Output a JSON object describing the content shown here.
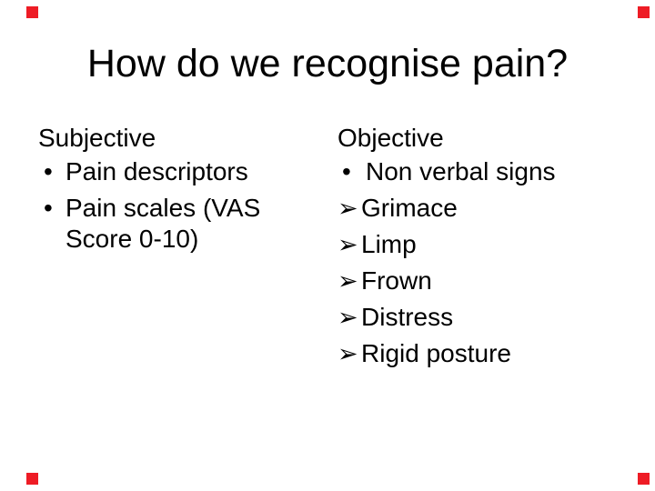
{
  "slide": {
    "title": "How do we recognise pain?",
    "glyphs": {
      "dot": "•",
      "arrow": "➢"
    },
    "columns": [
      {
        "header": "Subjective",
        "items": [
          {
            "glyph": "dot",
            "text": "Pain descriptors"
          },
          {
            "glyph": "dot",
            "text": "Pain scales (VAS Score 0-10)"
          }
        ]
      },
      {
        "header": "Objective",
        "items": [
          {
            "glyph": "dot",
            "text": "Non verbal signs"
          },
          {
            "glyph": "arrow",
            "text": "Grimace"
          },
          {
            "glyph": "arrow",
            "text": "Limp"
          },
          {
            "glyph": "arrow",
            "text": "Frown"
          },
          {
            "glyph": "arrow",
            "text": "Distress"
          },
          {
            "glyph": "arrow",
            "text": "Rigid posture"
          }
        ]
      }
    ],
    "colors": {
      "background": "#ffffff",
      "text": "#000000",
      "corner_marker": "#ee1c25"
    }
  }
}
